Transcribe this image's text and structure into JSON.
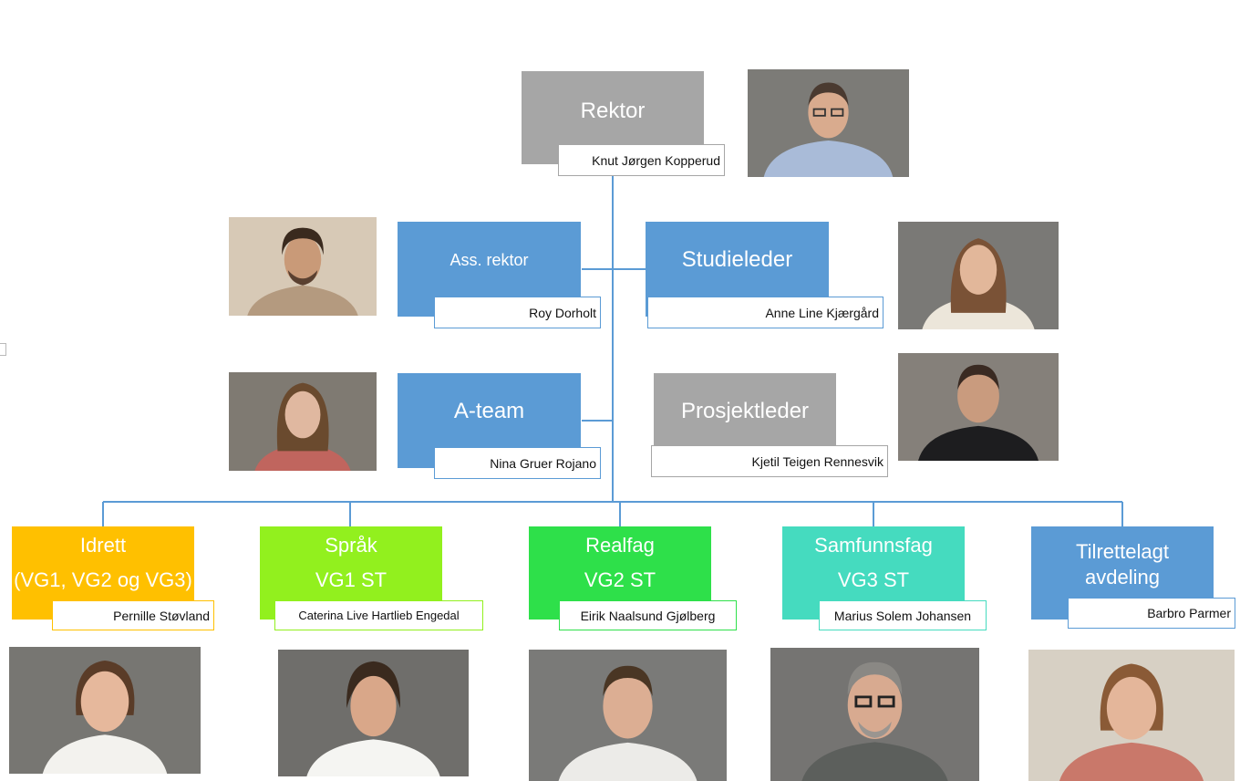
{
  "colors": {
    "connector": "#5b9bd5",
    "rektor": "#a6a6a6",
    "blue": "#5b9bd5",
    "gray": "#a6a6a6",
    "idrett": "#ffc000",
    "sprak": "#92f01e",
    "realfag": "#2ee04a",
    "samfunnsfag": "#45dbbf",
    "tilrettelagt": "#5b9bd5"
  },
  "roles": {
    "rektor": {
      "title": [
        "Rektor"
      ],
      "name": "Knut Jørgen Kopperud"
    },
    "ass_rektor": {
      "title": [
        "Ass. rektor"
      ],
      "name": "Roy Dorholt"
    },
    "studieleder": {
      "title": [
        "Studieleder"
      ],
      "name": "Anne Line Kjærgård"
    },
    "a_team": {
      "title": [
        "A-team"
      ],
      "name": "Nina Gruer Rojano"
    },
    "prosjektleder": {
      "title": [
        "Prosjektleder"
      ],
      "name": "Kjetil Teigen Rennesvik"
    },
    "idrett": {
      "title": [
        "Idrett",
        "(VG1, VG2 og VG3)"
      ],
      "name": "Pernille Støvland"
    },
    "sprak": {
      "title": [
        "Språk",
        "VG1 ST"
      ],
      "name": "Caterina Live Hartlieb Engedal"
    },
    "realfag": {
      "title": [
        "Realfag",
        "VG2 ST"
      ],
      "name": "Eirik Naalsund Gjølberg"
    },
    "samfunnsfag": {
      "title": [
        "Samfunnsfag",
        "VG3 ST"
      ],
      "name": "Marius Solem Johansen"
    },
    "tilrettelagt": {
      "title": [
        "Tilrettelagt",
        "avdeling"
      ],
      "name": "Barbro Parmer"
    }
  }
}
